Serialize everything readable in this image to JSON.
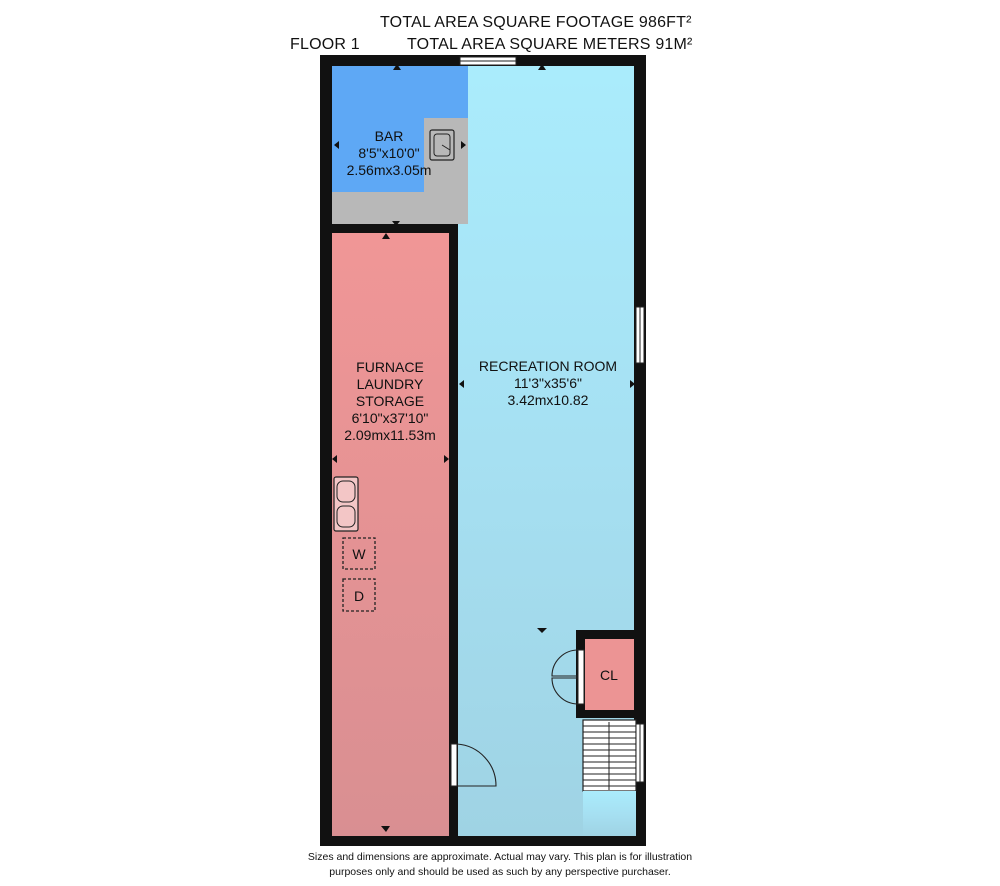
{
  "header": {
    "floor_label": "FLOOR 1",
    "total_sqft": "TOTAL AREA SQUARE FOOTAGE 986FT²",
    "total_sqm": "TOTAL AREA SQUARE METERS 91M²"
  },
  "rooms": {
    "bar": {
      "name": "BAR",
      "dim_imperial": "8'5\"x10'0\"",
      "dim_metric": "2.56mx3.05m"
    },
    "furnace": {
      "name_line1": "FURNACE",
      "name_line2": "LAUNDRY",
      "name_line3": "STORAGE",
      "dim_imperial": "6'10\"x37'10\"",
      "dim_metric": "2.09mx11.53m"
    },
    "recreation": {
      "name": "RECREATION ROOM",
      "dim_imperial": "11'3\"x35'6\"",
      "dim_metric": "3.42mx10.82"
    },
    "closet": {
      "name": "CL"
    }
  },
  "appliances": {
    "washer": "W",
    "dryer": "D"
  },
  "colors": {
    "bar": "#5ea8f5",
    "bar_counter": "#b8b8b8",
    "furnace": "#ec9494",
    "recreation": "#a9e8fa",
    "closet": "#ec9494",
    "wall": "#111111"
  },
  "disclaimer": {
    "line1": "Sizes and dimensions are approximate. Actual may vary. This plan is for illustration",
    "line2": "purposes only and should be used as such by any perspective purchaser."
  }
}
